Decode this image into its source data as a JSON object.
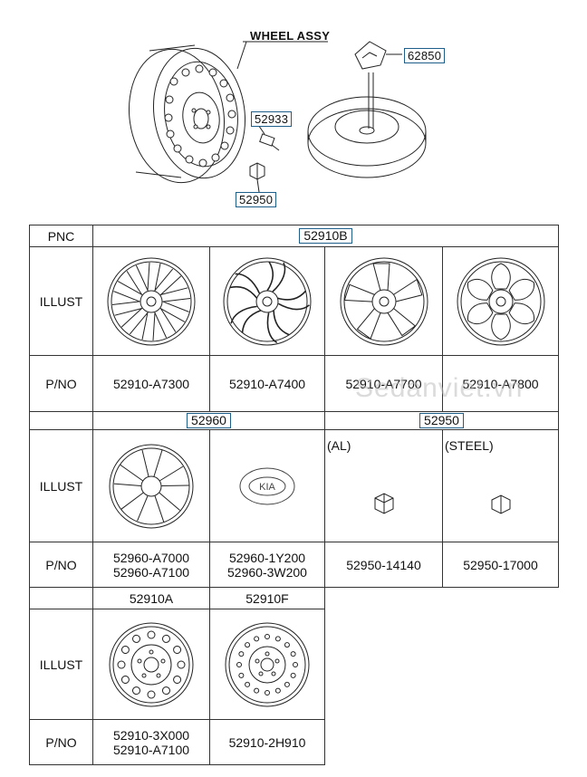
{
  "top": {
    "wheel_assy_label": "WHEEL ASSY",
    "callouts": {
      "c62850": "62850",
      "c52933": "52933",
      "c52950": "52950"
    }
  },
  "table": {
    "row_labels": {
      "pnc": "PNC",
      "illust": "ILLUST",
      "pno": "P/NO"
    },
    "section1": {
      "pnc": "52910B",
      "pnos": [
        "52910-A7300",
        "52910-A7400",
        "52910-A7700",
        "52910-A7800"
      ]
    },
    "section2": {
      "pnc_left": "52960",
      "pnc_right": "52950",
      "tag_al": "(AL)",
      "tag_steel": "(STEEL)",
      "logo_text": "KIA",
      "pno_col1": [
        "52960-A7000",
        "52960-A7100"
      ],
      "pno_col2": [
        "52960-1Y200",
        "52960-3W200"
      ],
      "pno_col3": "52950-14140",
      "pno_col4": "52950-17000"
    },
    "section3": {
      "pnc_col1": "52910A",
      "pnc_col2": "52910F",
      "pno_col1": [
        "52910-3X000",
        "52910-A7100"
      ],
      "pno_col2": "52910-2H910"
    }
  },
  "watermark": "Sedanviet.vn",
  "colors": {
    "callout_border": "#1d5f8a",
    "line": "#333333"
  }
}
